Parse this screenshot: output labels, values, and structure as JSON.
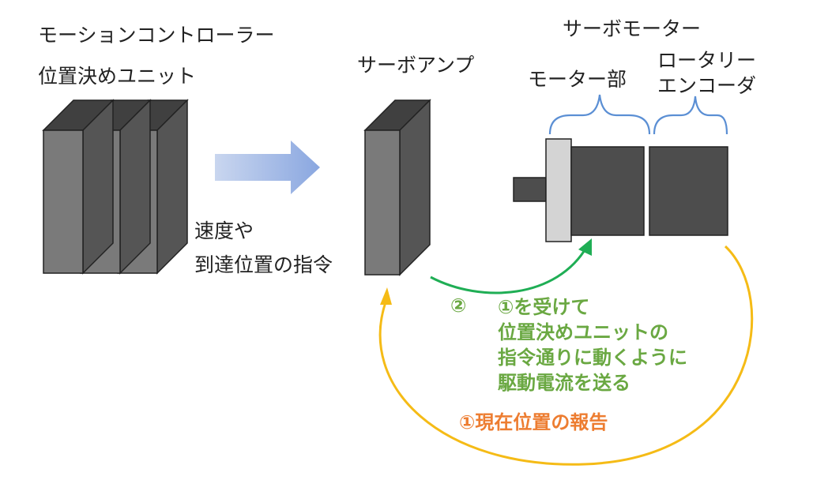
{
  "labels": {
    "controller_line1": "モーションコントローラー",
    "controller_line2": "位置決めユニット",
    "amp": "サーボアンプ",
    "motor": "サーボモーター",
    "motor_part": "モーター部",
    "encoder_line1": "ロータリー",
    "encoder_line2": "エンコーダ",
    "command_line1": "速度や",
    "command_line2": "到達位置の指令",
    "step2_marker": "②",
    "step2_text": "①を受けて\n位置決めユニットの\n指令通りに動くように\n駆動電流を送る",
    "step1_text": "①現在位置の報告"
  },
  "colors": {
    "text": "#222222",
    "green": "#6aa842",
    "green_arrow": "#1fae55",
    "orange": "#ed7d31",
    "yellow_arrow": "#f5bb16",
    "brace": "#5b8fd4",
    "block_front": "#7a7a7a",
    "block_side": "#555555",
    "block_top": "#404040",
    "motor_body": "#4d4d4d",
    "flange": "#d4d4d4",
    "arrow_gradient_start": "#c9d6ef",
    "arrow_gradient_end": "#8aa7e0"
  }
}
